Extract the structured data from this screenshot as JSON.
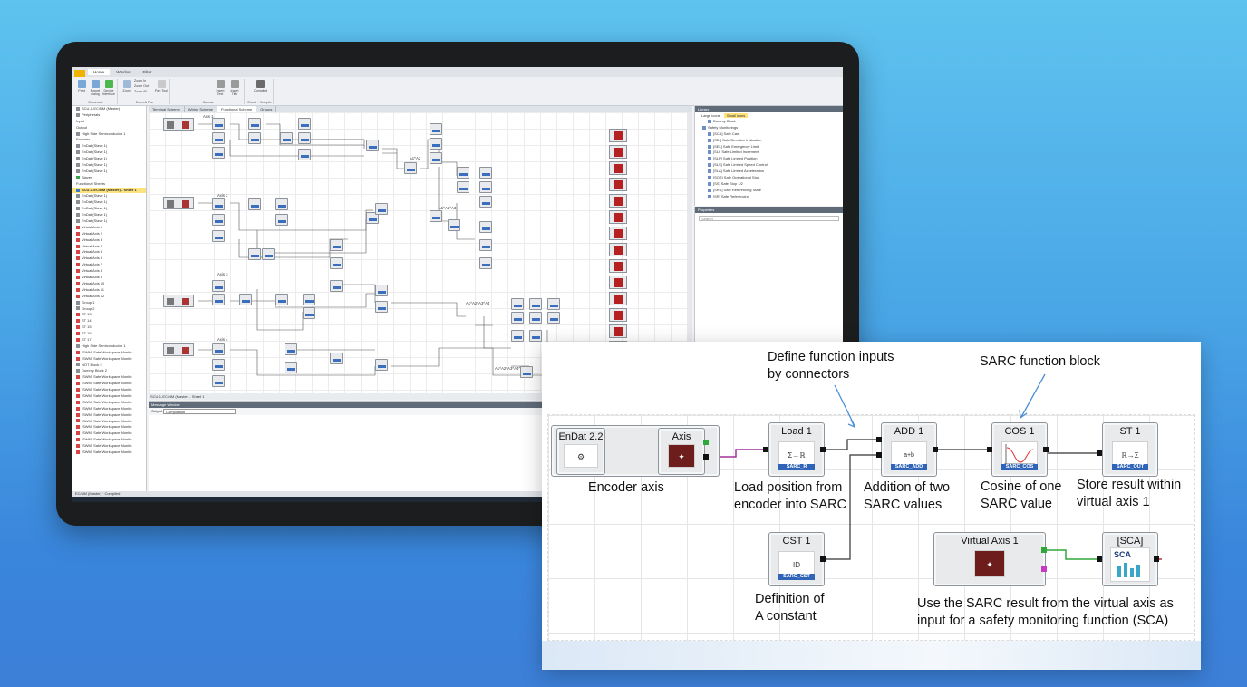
{
  "app": {
    "menu": [
      "Home",
      "Window",
      "Filter"
    ],
    "ribbon": {
      "document": {
        "label": "Document",
        "buttons": [
          "Print",
          "Export dialog",
          "Device Interface"
        ]
      },
      "zoom": {
        "label": "Zoom & Pan",
        "buttons": [
          "Zoom",
          "Zoom In",
          "Zoom Out",
          "Zoom All",
          "Pan Tool"
        ]
      },
      "canvas": {
        "label": "Canvas",
        "buttons": [
          "Insert Text",
          "Insert Title"
        ]
      },
      "check": {
        "label": "Check + Compile",
        "buttons": [
          "Compiled"
        ]
      }
    },
    "sheet_tabs": [
      "Terminal Scheme",
      "Wiring Scheme",
      "Functional Scheme",
      "Groups"
    ],
    "active_sheet_tab": "Functional Scheme",
    "tree": [
      {
        "label": "SCU-1-EC/NM (Master)",
        "icon": "gy"
      },
      {
        "label": "Peripherals",
        "icon": "gy"
      },
      {
        "label": "Input",
        "icon": ""
      },
      {
        "label": "Output",
        "icon": ""
      },
      {
        "label": "High Side Semiconductor 1",
        "icon": "gy"
      },
      {
        "label": "Encoder",
        "icon": ""
      },
      {
        "label": "EnDat (Slave 1)",
        "icon": "gy"
      },
      {
        "label": "EnDat (Slave 1)",
        "icon": "gy"
      },
      {
        "label": "EnDat (Slave 1)",
        "icon": "gy"
      },
      {
        "label": "EnDat (Slave 1)",
        "icon": "gy"
      },
      {
        "label": "EnDat (Slave 1)",
        "icon": "gy"
      },
      {
        "label": "Slaves",
        "icon": "gn"
      },
      {
        "label": "Functional Sheets",
        "icon": ""
      },
      {
        "label": "SCU-1-EC/NM (Master) - Sheet 1",
        "icon": "bl",
        "selected": true
      },
      {
        "label": "EnDat (Slave 1)",
        "icon": "gy"
      },
      {
        "label": "EnDat (Slave 1)",
        "icon": "gy"
      },
      {
        "label": "EnDat (Slave 1)",
        "icon": "gy"
      },
      {
        "label": "EnDat (Slave 1)",
        "icon": "gy"
      },
      {
        "label": "EnDat (Slave 1)",
        "icon": "gy"
      },
      {
        "label": "Virtual Axis 1",
        "icon": "r"
      },
      {
        "label": "Virtual Axis 2",
        "icon": "r"
      },
      {
        "label": "Virtual Axis 3",
        "icon": "r"
      },
      {
        "label": "Virtual Axis 4",
        "icon": "r"
      },
      {
        "label": "Virtual Axis 5",
        "icon": "r"
      },
      {
        "label": "Virtual Axis 6",
        "icon": "r"
      },
      {
        "label": "Virtual Axis 7",
        "icon": "r"
      },
      {
        "label": "Virtual Axis 8",
        "icon": "r"
      },
      {
        "label": "Virtual Axis 9",
        "icon": "r"
      },
      {
        "label": "Virtual Axis 10",
        "icon": "r"
      },
      {
        "label": "Virtual Axis 11",
        "icon": "r"
      },
      {
        "label": "Virtual Axis 12",
        "icon": "r"
      },
      {
        "label": "Group 1",
        "icon": "gy"
      },
      {
        "label": "Group 2",
        "icon": "gy"
      },
      {
        "label": "ST 13",
        "icon": "r"
      },
      {
        "label": "ST 14",
        "icon": "r"
      },
      {
        "label": "ST 15",
        "icon": "r"
      },
      {
        "label": "ST 16",
        "icon": "r"
      },
      {
        "label": "ST 17",
        "icon": "r"
      },
      {
        "label": "High Side Semiconductor 1",
        "icon": "gy"
      },
      {
        "label": "[SWM] Safe Workspace Monito",
        "icon": "r"
      },
      {
        "label": "[SWM] Safe Workspace Monito",
        "icon": "r"
      },
      {
        "label": "NOT Block 2",
        "icon": "gy"
      },
      {
        "label": "Dummy Block 2",
        "icon": "gy"
      },
      {
        "label": "[SWM] Safe Workspace Monito",
        "icon": "r"
      },
      {
        "label": "[SWM] Safe Workspace Monito",
        "icon": "r"
      },
      {
        "label": "[SWM] Safe Workspace Monito",
        "icon": "r"
      },
      {
        "label": "[SWM] Safe Workspace Monito",
        "icon": "r"
      },
      {
        "label": "[SWM] Safe Workspace Monito",
        "icon": "r"
      },
      {
        "label": "[SWM] Safe Workspace Monito",
        "icon": "r"
      },
      {
        "label": "[SWM] Safe Workspace Monito",
        "icon": "r"
      },
      {
        "label": "[SWM] Safe Workspace Monito",
        "icon": "r"
      },
      {
        "label": "[SWM] Safe Workspace Monito",
        "icon": "r"
      },
      {
        "label": "[SWM] Safe Workspace Monito",
        "icon": "r"
      },
      {
        "label": "[SWM] Safe Workspace Monito",
        "icon": "r"
      },
      {
        "label": "[SWM] Safe Workspace Monito",
        "icon": "r"
      },
      {
        "label": "[SWM] Safe Workspace Monito",
        "icon": "r"
      }
    ],
    "canvas_labels": [
      "Axis 1",
      "Axis 2",
      "Axis 3",
      "Axis 4",
      "A1^A2",
      "A1^A2^A3",
      "A1^A2^A3^A4",
      "A1^A2^A3^A4^A5"
    ],
    "sheet_name": "SCU-1-EC/NM (Master) - Sheet 1",
    "message_window": {
      "title": "Message Window",
      "output_label": "Output",
      "output_value": "Compilation"
    },
    "status": "EC/NM (Master) · Compiled",
    "library": {
      "title": "Library",
      "tabs": [
        "Large icons",
        "Small icons"
      ],
      "active_tab": "Small icons",
      "items": [
        {
          "label": "Dummy Block",
          "indent": 1
        },
        {
          "label": "Safety Monitorings",
          "indent": 0
        },
        {
          "label": "[SCA] Safe Cam",
          "indent": 1
        },
        {
          "label": "[SDI] Safe Direction Indication",
          "indent": 1
        },
        {
          "label": "[SEL] Safe Emergency Limit",
          "indent": 1
        },
        {
          "label": "[SLI] Safe Limited Increment",
          "indent": 1
        },
        {
          "label": "[SLP] Safe Limited Position",
          "indent": 1
        },
        {
          "label": "[SLS] Safe Limited Speed Control",
          "indent": 1
        },
        {
          "label": "[SLA] Safe Limited Acceleration",
          "indent": 1
        },
        {
          "label": "[SOS] Safe Operational Stop",
          "indent": 1
        },
        {
          "label": "[SS] Safe Stop 1/2",
          "indent": 1
        },
        {
          "label": "[SRS] Safe Referencing State",
          "indent": 1
        },
        {
          "label": "[SR] Safe Referencing",
          "indent": 1
        }
      ]
    },
    "properties": {
      "title": "Properties",
      "search_placeholder": "Search"
    }
  },
  "inset": {
    "blocks": {
      "endat": {
        "title": "EnDat 2.2"
      },
      "axis": {
        "title": "Axis"
      },
      "load": {
        "title": "Load 1",
        "sarc": "SARC_R"
      },
      "add": {
        "title": "ADD 1",
        "sarc": "SARC_ADD"
      },
      "cos": {
        "title": "COS 1",
        "sarc": "SARC_COS"
      },
      "st": {
        "title": "ST 1",
        "sarc": "SARC_OUT"
      },
      "cst": {
        "title": "CST 1",
        "sarc": "SARC_CST"
      },
      "vaxis": {
        "title": "Virtual Axis 1"
      },
      "sca": {
        "title": "[SCA] Safe...",
        "badge": "SCA"
      }
    },
    "annotations": {
      "define_inputs": "Define function inputs\nby connectors",
      "sarc_block": "SARC function block",
      "encoder_axis": "Encoder axis",
      "load_position": "Load position from\nencoder into SARC",
      "addition": "Addition of two\nSARC values",
      "cosine": "Cosine of one\nSARC value",
      "store": "Store result within\nvirtual axis 1",
      "constant": "Definition of\nA constant",
      "use_result": "Use the SARC result from the virtual axis as\ninput for a safety monitoring function (SCA)"
    },
    "colors": {
      "sarc_blue": "#2f64b8",
      "wire_purple": "#a0329c",
      "wire_teal": "#2bb2b8",
      "wire_green": "#2ea83a",
      "annotation_arrow": "#4a8fd6"
    }
  }
}
